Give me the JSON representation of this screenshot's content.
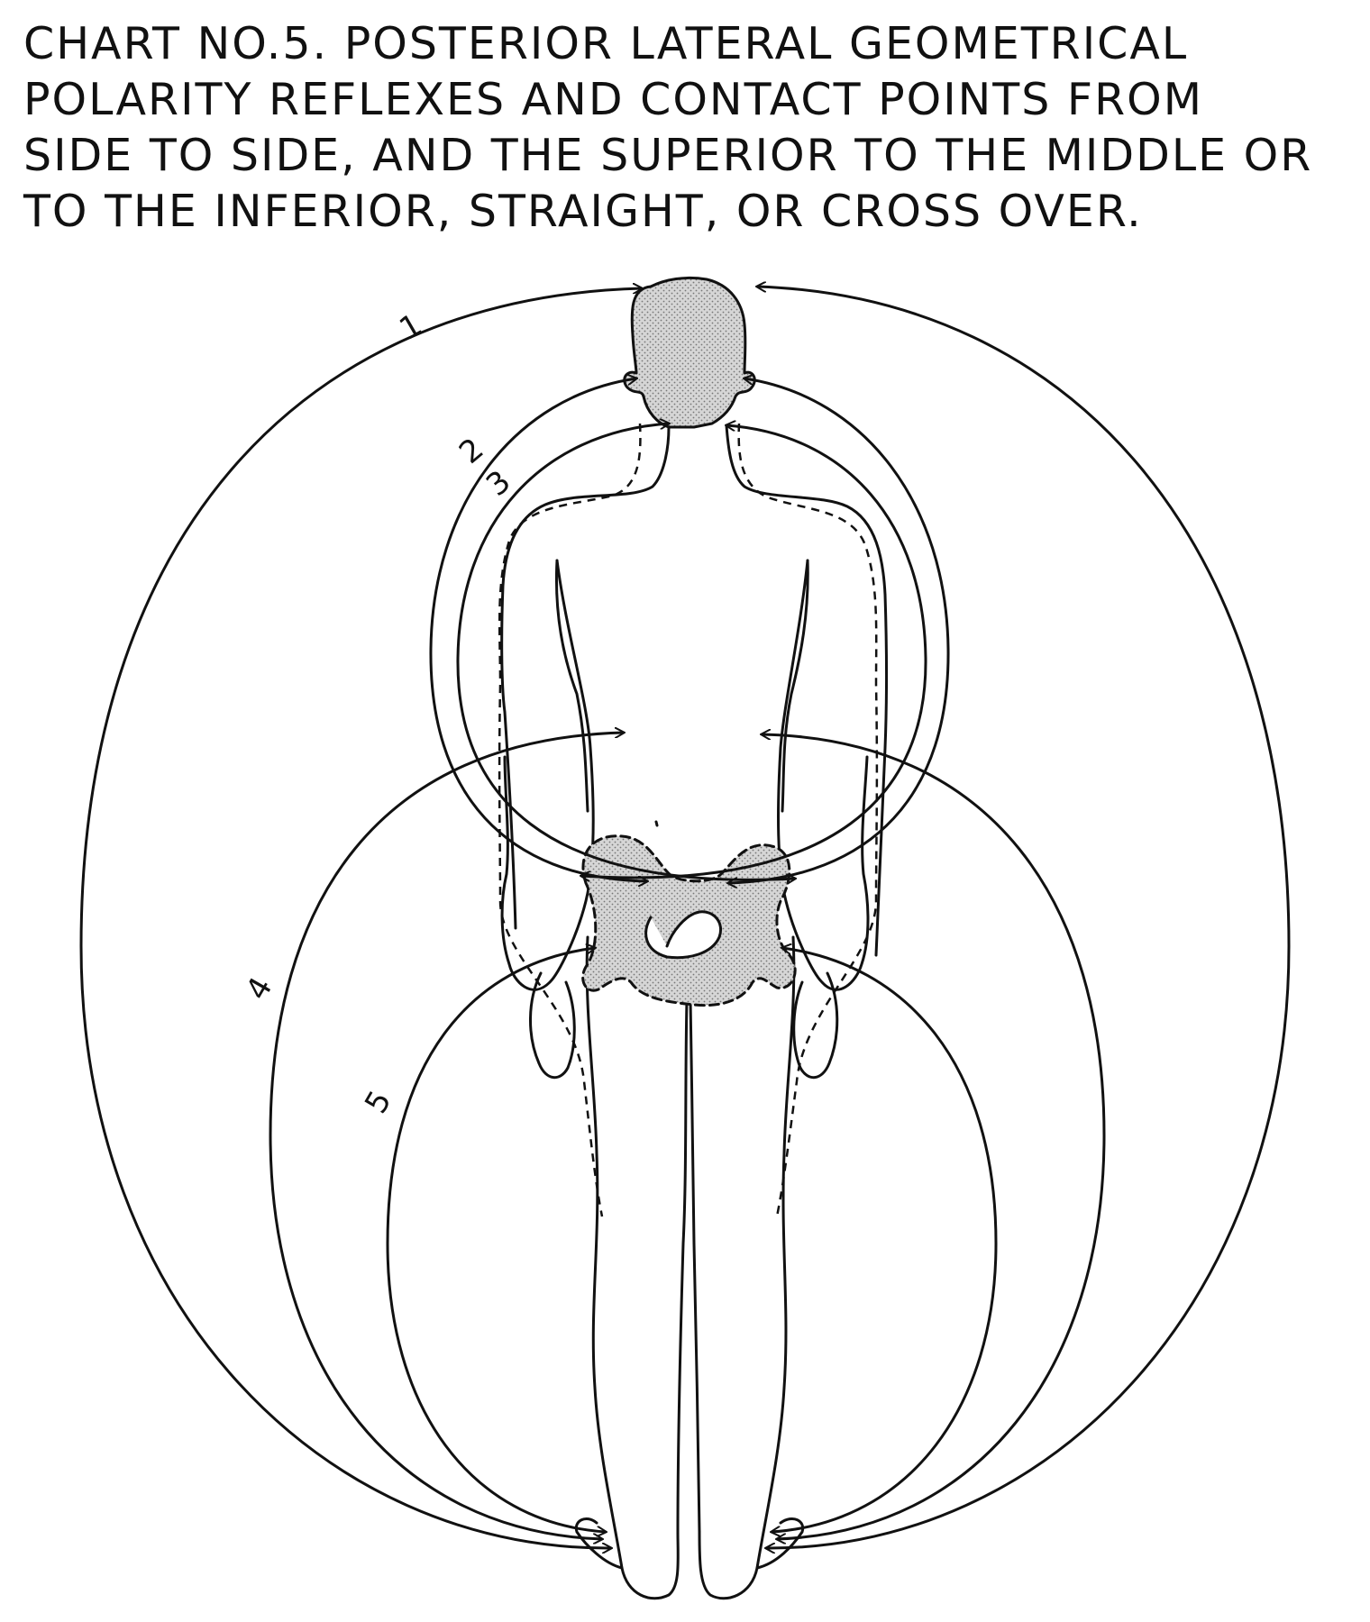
{
  "title": {
    "lines": [
      "CHART NO.5.    POSTERIOR LATERAL GEOMETRICAL",
      "POLARITY REFLEXES AND CONTACT POINTS FROM",
      "SIDE TO SIDE, AND THE SUPERIOR TO THE MIDDLE OR",
      "TO THE INFERIOR, STRAIGHT, OR CROSS OVER."
    ]
  },
  "diagram": {
    "arc_labels": [
      "1",
      "2",
      "3",
      "4",
      "5"
    ],
    "colors": {
      "line": "#111111",
      "shade": "#c9c9c9",
      "background": "#ffffff"
    }
  }
}
